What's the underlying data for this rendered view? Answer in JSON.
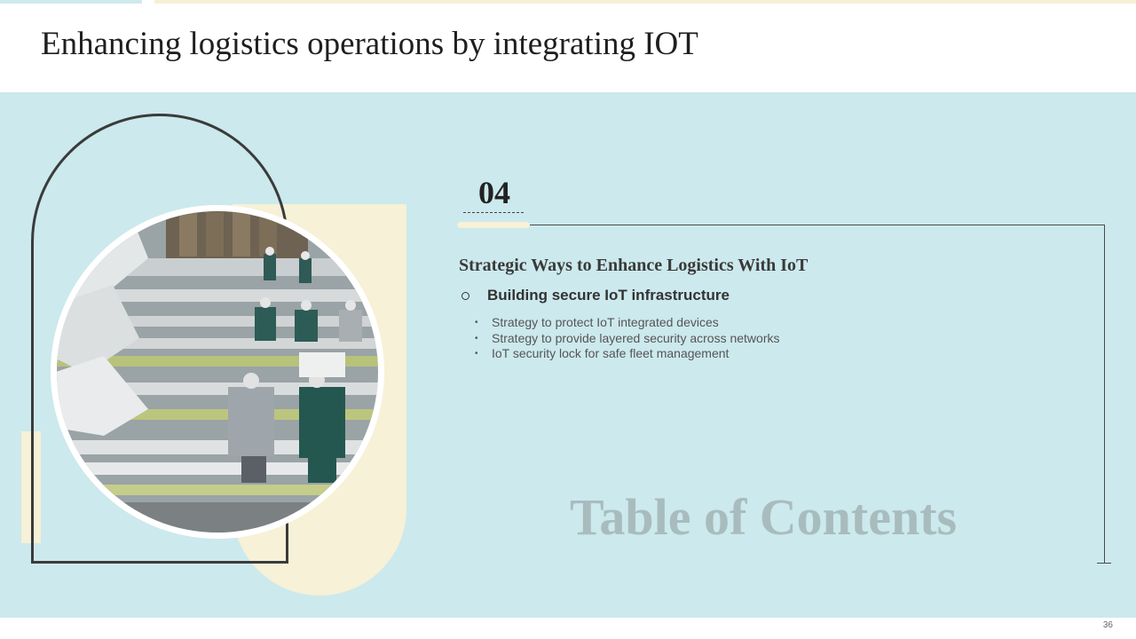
{
  "slide": {
    "title": "Enhancing logistics operations by integrating IOT",
    "page_number": "36"
  },
  "section": {
    "number": "04",
    "heading": "Strategic Ways to Enhance Logistics With IoT",
    "sub_heading": "Building secure IoT infrastructure",
    "points": [
      "Strategy to protect IoT integrated devices",
      "Strategy to provide layered security across networks",
      "IoT security lock for safe fleet management"
    ]
  },
  "watermark": "Table of Contents",
  "image": {
    "subject": "photo-factory-production-line"
  },
  "colors": {
    "band": "#cce9ed",
    "cream": "#f6f1d7",
    "outline": "#3b3b3b",
    "watermark": "#a9bcbd"
  }
}
